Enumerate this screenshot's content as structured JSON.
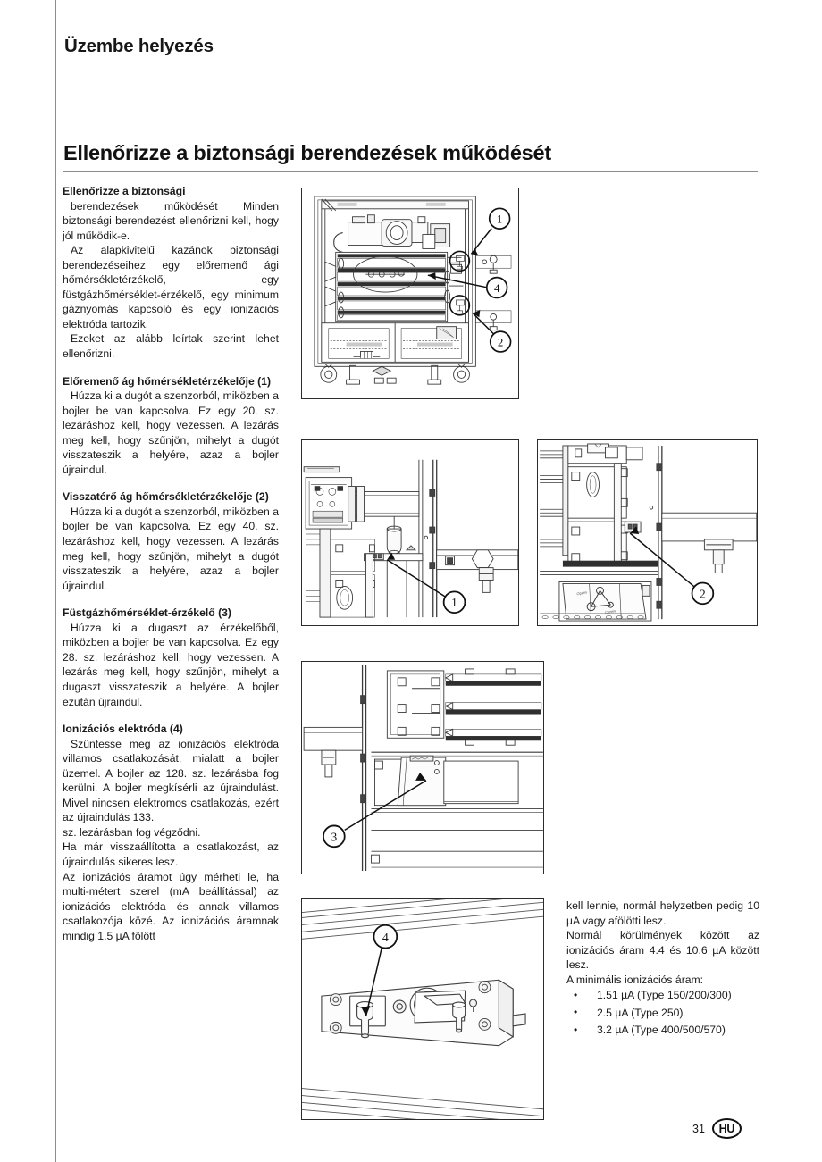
{
  "document": {
    "running_head": "Üzembe helyezés",
    "chapter_title": "Ellenőrizze a biztonsági berendezések működését",
    "page_number": "31",
    "language_badge": "HU"
  },
  "left_column": {
    "section_intro": {
      "heading": "Ellenőrizze a biztonsági",
      "paragraphs": [
        "berendezések működését Minden biztonsági berendezést ellenőrizni kell, hogy jól működik-e.",
        "Az alapkivitelű kazánok biztonsági berendezéseihez egy előremenő ági hőmérsékletérzékelő, egy füstgázhőmérséklet-érzékelő, egy minimum gáznyomás kapcsoló és egy ionizációs elektróda tartozik.",
        "Ezeket az alább leírtak szerint lehet ellenőrizni."
      ]
    },
    "section_flow_sensor": {
      "heading": "Előremenő ág hőmérsékletérzékelője (1)",
      "paragraphs": [
        "Húzza ki a dugót a szenzorból, miközben a bojler be van kapcsolva. Ez egy 20. sz. lezáráshoz kell, hogy vezessen. A lezárás meg kell, hogy szűnjön, mihelyt a dugót visszateszik a helyére, azaz a bojler újraindul."
      ]
    },
    "section_return_sensor": {
      "heading": "Visszatérő ág hőmérsékletérzékelője (2)",
      "paragraphs": [
        "Húzza ki a dugót a szenzorból, miközben a bojler be van kapcsolva. Ez egy 40. sz. lezáráshoz kell, hogy vezessen. A lezárás meg kell, hogy szűnjön, mihelyt a dugót visszateszik a helyére, azaz a bojler újraindul."
      ]
    },
    "section_flue_sensor": {
      "heading": "Füstgázhőmérséklet-érzékelő (3)",
      "paragraphs": [
        "Húzza ki a dugaszt az érzékelőből, miközben a bojler be van kapcsolva. Ez egy 28. sz. lezáráshoz kell, hogy vezessen. A lezárás meg kell, hogy szűnjön, mihelyt a dugaszt visszateszik a helyére. A bojler ezután újraindul."
      ]
    },
    "section_ionisation": {
      "heading": "Ionizációs elektróda (4)",
      "paragraphs": [
        "Szüntesse meg az ionizációs elektróda villamos csatlakozását, mialatt a bojler üzemel. A bojler az 128. sz. lezárásba fog kerülni. A bojler megkísérli az újraindulást. Mivel nincsen elektromos csatlakozás, ezért az újraindulás 133.",
        "sz. lezárásban fog végződni.",
        "Ha már visszaállította a csatlakozást, az újraindulás sikeres lesz.",
        "Az ionizációs áramot úgy mérheti le, ha multi-métert szerel (mA beállítással) az ionizációs elektróda és annak villamos csatlakozója közé. Az ionizációs áramnak mindig 1,5 µA fölött"
      ]
    }
  },
  "right_column": {
    "paragraphs": [
      "kell lennie, normál helyzetben pedig 10 µA vagy afölötti lesz.",
      "Normál körülmények között az ionizációs áram 4.4 és 10.6 µA között lesz.",
      "A minimális ionizációs áram:"
    ],
    "bullets": [
      "1.51 µA  (Type 150/200/300)",
      "2.5 µA  (Type 250)",
      "3.2 µA  (Type 400/500/570)"
    ]
  },
  "figures": {
    "main": {
      "name": "boiler-front-overview",
      "callouts": [
        "1",
        "4",
        "2"
      ]
    },
    "detail_one": {
      "name": "flow-temperature-sensor-detail",
      "callouts": [
        "1"
      ]
    },
    "detail_two": {
      "name": "return-temperature-sensor-detail",
      "callouts": [
        "2"
      ]
    },
    "detail_three": {
      "name": "flue-gas-temperature-sensor-detail",
      "callouts": [
        "3"
      ]
    },
    "detail_four": {
      "name": "ionisation-electrode-detail",
      "callouts": [
        "4"
      ]
    }
  }
}
